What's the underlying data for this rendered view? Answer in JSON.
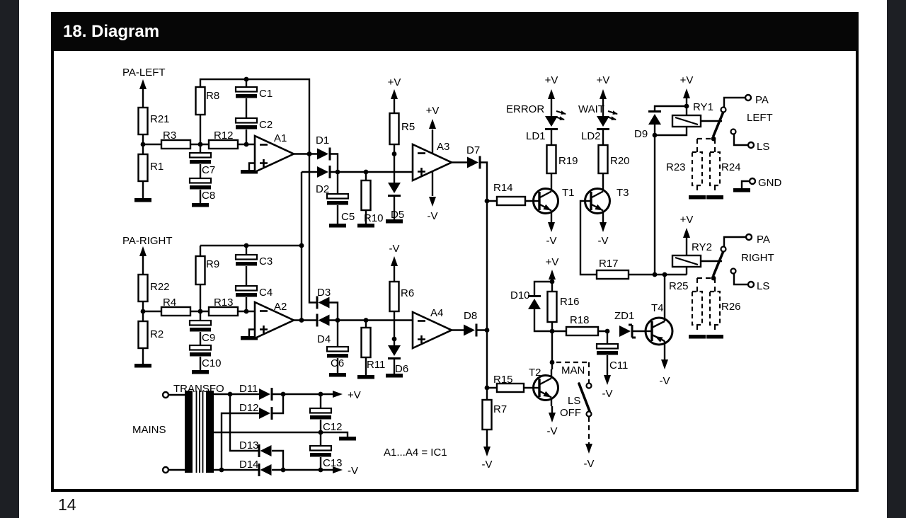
{
  "window": {
    "title": "18. Diagram",
    "page_number": "14"
  },
  "diagram": {
    "colors": {
      "ink": "#000000",
      "paper": "#ffffff",
      "band": "#1d1f24",
      "titlebar": "#060606",
      "title_text": "#ffffff"
    },
    "labels": {
      "pa_left": "PA-LEFT",
      "pa_right": "PA-RIGHT",
      "r1": "R1",
      "r2": "R2",
      "r3": "R3",
      "r4": "R4",
      "r5": "R5",
      "r6": "R6",
      "r7": "R7",
      "r8": "R8",
      "r9": "R9",
      "r10": "R10",
      "r11": "R11",
      "r12": "R12",
      "r13": "R13",
      "r14": "R14",
      "r15": "R15",
      "r16": "R16",
      "r17": "R17",
      "r18": "R18",
      "r19": "R19",
      "r20": "R20",
      "r21": "R21",
      "r22": "R22",
      "r23": "R23",
      "r24": "R24",
      "r25": "R25",
      "r26": "R26",
      "c1": "C1",
      "c2": "C2",
      "c3": "C3",
      "c4": "C4",
      "c5": "C5",
      "c6": "C6",
      "c7": "C7",
      "c8": "C8",
      "c9": "C9",
      "c10": "C10",
      "c11": "C11",
      "c12": "C12",
      "c13": "C13",
      "d1": "D1",
      "d2": "D2",
      "d3": "D3",
      "d4": "D4",
      "d5": "D5",
      "d6": "D6",
      "d7": "D7",
      "d8": "D8",
      "d9": "D9",
      "d10": "D10",
      "d11": "D11",
      "d12": "D12",
      "d13": "D13",
      "d14": "D14",
      "a1": "A1",
      "a2": "A2",
      "a3": "A3",
      "a4": "A4",
      "t1": "T1",
      "t2": "T2",
      "t3": "T3",
      "t4": "T4",
      "ld1": "LD1",
      "ld2": "LD2",
      "zd1": "ZD1",
      "ry1": "RY1",
      "ry2": "RY2",
      "error": "ERROR",
      "wait": "WAIT",
      "man": "MAN",
      "ls": "LS",
      "off": "OFF",
      "pa": "PA",
      "left": "LEFT",
      "right": "RIGHT",
      "gnd": "GND",
      "plus_v": "+V",
      "minus_v": "-V",
      "transfo": "TRANSFO",
      "mains": "MAINS",
      "ic_note": "A1...A4 = IC1"
    }
  }
}
